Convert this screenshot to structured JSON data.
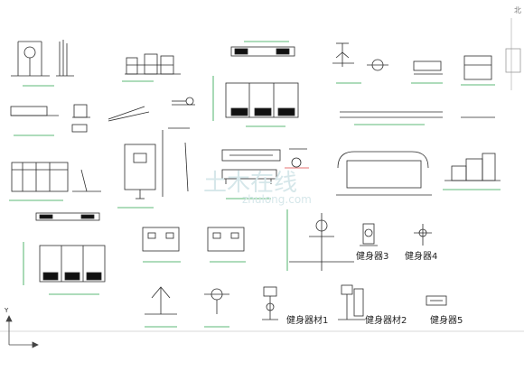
{
  "drawing": {
    "title_labels": [
      "健身器3",
      "健身器4",
      "健身器材1",
      "健身器材2",
      "健身器5"
    ],
    "corner_mark": "北",
    "watermark": "zhulong.com",
    "watermark_prefix": "土木在线",
    "ucs_label": "Y"
  },
  "colors": {
    "line": "#2b2b2b",
    "dim": "#27a34a",
    "fill_dark": "#111111",
    "highlight": "#d44",
    "watermark": "#d6e7ea"
  }
}
